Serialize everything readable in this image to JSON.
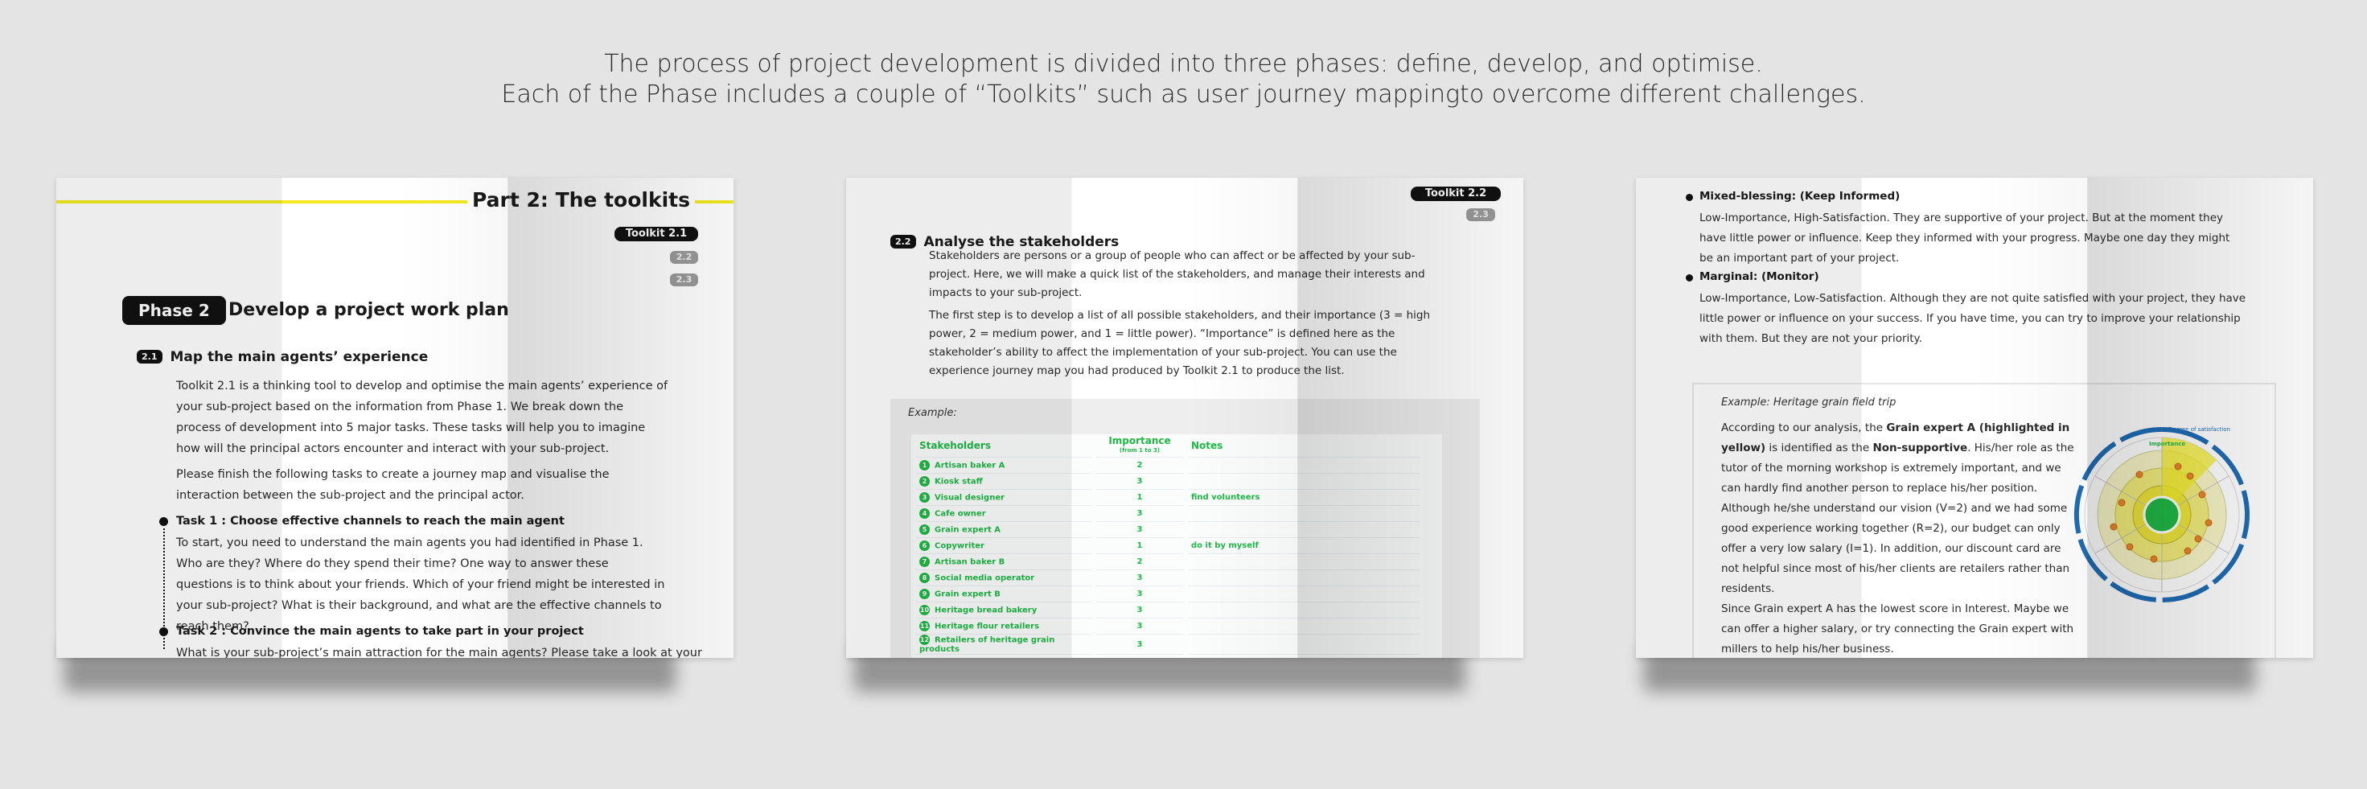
{
  "caption": {
    "line1": "The process of project development is divided into three phases: define, develop, and optimise.",
    "line2": "Each of the Phase includes a couple of “Toolkits”  such as user journey mappingto overcome different challenges."
  },
  "page1": {
    "part_title": "Part 2: The toolkits",
    "tag_main": "Toolkit 2.1",
    "tag_b": "2.2",
    "tag_c": "2.3",
    "phase_label": "Phase 2",
    "phase_title": "Develop a project work plan",
    "section_num": "2.1",
    "section_title": "Map the main agents’ experience",
    "para1": "Toolkit 2.1 is a thinking tool to develop and optimise the main agents’ experience of your sub-project based on the information from Phase 1. We break down the process of development into 5 major tasks. These tasks will help you to imagine how will the principal actors encounter and interact with your sub-project.",
    "para2": "Please finish the following tasks to create a journey map and visualise the interaction between the sub-project and the principal actor.",
    "task1_title": "Task 1 : Choose effective channels to reach the main agent",
    "task1_body": "To start, you need to understand the main agents you had identified in Phase 1. Who are they? Where do they spend their time? One way to answer these questions is to think about your friends. Which of your friend might be interested in your sub-project? What is their background, and what are the effective channels to reach them?",
    "task2_title": "Task 2 : Convince the main agents to take part in your project",
    "task2_body": "What is your sub-project’s main attraction for the main agents? Please take a look at your"
  },
  "page2": {
    "tag_main": "Toolkit 2.2",
    "tag_b": "2.3",
    "section_num": "2.2",
    "section_title": "Analyse the stakeholders",
    "para1": "Stakeholders are persons or a group of people who can affect or be affected by your sub-project. Here, we will make a quick list of the stakeholders, and manage their interests and impacts to your sub-project.",
    "para2": "The first step is to develop a list of all possible stakeholders, and their importance (3 = high power, 2 = medium power, and 1 = little power). “Importance” is defined here as the stakeholder’s ability to affect the implementation of your sub-project. You can use the experience journey map you had produced by Toolkit 2.1 to produce the list.",
    "example_label": "Example:",
    "table": {
      "headers": [
        "Stakeholders",
        "Importance",
        "Notes"
      ],
      "sub_header": "(from 1 to 3)",
      "rows": [
        {
          "n": "1",
          "name": "Artisan baker A",
          "imp": "2",
          "note": ""
        },
        {
          "n": "2",
          "name": "Kiosk staff",
          "imp": "3",
          "note": ""
        },
        {
          "n": "3",
          "name": "Visual designer",
          "imp": "1",
          "note": "find volunteers"
        },
        {
          "n": "4",
          "name": "Cafe owner",
          "imp": "3",
          "note": ""
        },
        {
          "n": "5",
          "name": "Grain expert A",
          "imp": "3",
          "note": ""
        },
        {
          "n": "6",
          "name": "Copywriter",
          "imp": "1",
          "note": "do it by myself"
        },
        {
          "n": "7",
          "name": "Artisan baker B",
          "imp": "2",
          "note": ""
        },
        {
          "n": "8",
          "name": "Social media operator",
          "imp": "3",
          "note": ""
        },
        {
          "n": "9",
          "name": "Grain expert B",
          "imp": "3",
          "note": ""
        },
        {
          "n": "10",
          "name": "Heritage bread bakery",
          "imp": "3",
          "note": ""
        },
        {
          "n": "11",
          "name": "Heritage flour retailers",
          "imp": "3",
          "note": ""
        },
        {
          "n": "12",
          "name": "Retailers of heritage grain products",
          "imp": "3",
          "note": ""
        }
      ]
    }
  },
  "page3": {
    "b1_title": "Mixed-blessing: (Keep Informed)",
    "b1_body": "Low-Importance, High-Satisfaction. They are supportive of your project. But at the moment they have little power or influence. Keep they informed with your progress. Maybe one day they might be an important part of your project.",
    "b2_title": "Marginal: (Monitor)",
    "b2_body": "Low-Importance, Low-Satisfaction. Although they are not quite satisfied with your project, they have little power or influence on your success. If you have time, you can try to improve your relationship with them. But they are not your priority.",
    "example_title": "Example: Heritage grain field trip",
    "ex_pre": "According to our analysis, the ",
    "ex_bold1": "Grain expert A (highlighted in yellow)",
    "ex_mid": " is identified as the ",
    "ex_bold2": "Non-supportive",
    "ex_post": ". His/her role as the tutor of the morning workshop is extremely important, and we can hardly find another person to replace his/her position. Although he/she understand our vision (V=2) and we had some good experience working together (R=2), our budget can only offer a very low salary (I=1). In addition, our discount card are not helpful since most of his/her clients are retailers rather than residents.",
    "ex_p2": "Since Grain expert A has the lowest score in Interest. Maybe we can offer a higher salary, or try connecting the Grain expert with millers to help his/her business.",
    "diagram_label1": "Degree of satisfaction",
    "diagram_label2": "Importance",
    "colors": {
      "accent_green": "#1fb845",
      "yellow": "#f3ec2a",
      "blue": "#1f6db5"
    }
  }
}
